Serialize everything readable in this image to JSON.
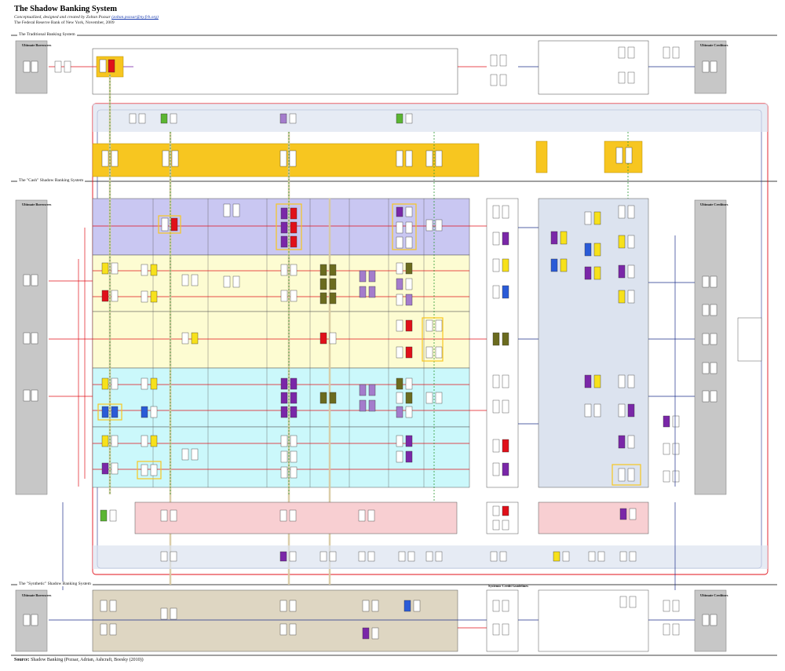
{
  "header": {
    "title": "The Shadow Banking System",
    "subtitle_prefix": "Conceptualized, designed and created by Zoltan Pozsar",
    "subtitle_link": "(zoltan.pozsar@ny.frb.org)",
    "org_date": "The Federal Reserve Bank of New York, November, 2009"
  },
  "sections": {
    "traditional": "The Traditional Banking System",
    "cash": "The \"Cash\" Shadow Banking System",
    "synthetic": "The \"Synthetic\" Shadow Banking System"
  },
  "labels": {
    "ultimate_borrowers": "Ultimate Borrowers",
    "ultimate_creditors": "Ultimate Creditors",
    "systemic_credit_guidelines": "Systemic Credit Guidelines"
  },
  "source": {
    "label": "Source:",
    "text": "Shadow Banking (Pozsar, Adrian, Ashcraft, Boesky (2010))"
  },
  "colors": {
    "purple_band": "#c9c7f2",
    "yellow_band": "#fdfcd2",
    "cyan_band": "#cbf8fb",
    "pink_band": "#f8cfd2",
    "tan_band": "#ded6c2",
    "gold": "#f7c620",
    "gray": "#c7c7c7",
    "blue_panel": "#dce3ef",
    "red_line": "#e0101a",
    "blue_line": "#1d2f8a"
  }
}
